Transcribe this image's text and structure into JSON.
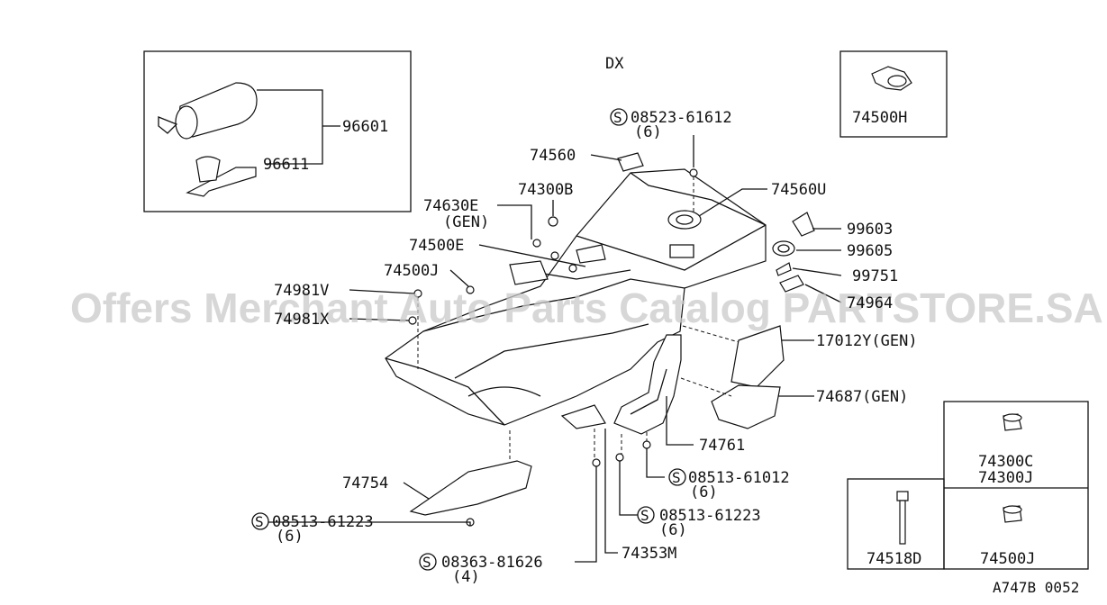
{
  "header": {
    "variant": "DX",
    "figure_code": "A747B 0052"
  },
  "watermark": "Offers Merchant Auto Parts Catalog PARTSTORE.SA",
  "symbol_s": "S",
  "labels": {
    "p96601": "96601",
    "p96611": "96611",
    "p74500H": "74500H",
    "s08523": "08523-61612",
    "s08523_qty": "(6)",
    "p74560": "74560",
    "p74560U": "74560U",
    "p74300B": "74300B",
    "p74630E": "74630E",
    "p74630E_gen": "(GEN)",
    "p74500E": "74500E",
    "p74500J_top": "74500J",
    "p74981V": "74981V",
    "p74981X": "74981X",
    "p99603": "99603",
    "p99605": "99605",
    "p99751": "99751",
    "p74964": "74964",
    "p17012Y": "17012Y(GEN)",
    "p74687": "74687(GEN)",
    "p74761": "74761",
    "s08513_61012": "08513-61012",
    "s08513_61012_qty": "(6)",
    "s08513_61223_mid": "08513-61223",
    "s08513_61223_mid_qty": "(6)",
    "p74353M": "74353M",
    "s08363": "08363-81626",
    "s08363_qty": "(4)",
    "p74754": "74754",
    "s08513_61223_left": "08513-61223",
    "s08513_61223_left_qty": "(6)",
    "p74300C": "74300C",
    "p74300J": "74300J",
    "p74518D": "74518D",
    "p74500J_box": "74500J"
  }
}
